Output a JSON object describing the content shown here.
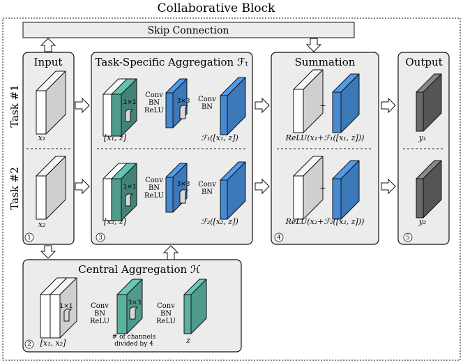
{
  "title": "Collaborative Block",
  "skip": "Skip Connection",
  "tasks": [
    "Task #1",
    "Task #2"
  ],
  "panels": {
    "input": "Input",
    "tsa": "Task-Specific Aggregation ℱₜ",
    "sum": "Summation",
    "out": "Output",
    "central": "Central Aggregation ℋ"
  },
  "step_numbers": [
    "1",
    "2",
    "3",
    "4",
    "5"
  ],
  "op_conv_bn_relu": [
    "Conv",
    "BN",
    "ReLU"
  ],
  "op_conv_bn": [
    "Conv",
    "BN"
  ],
  "kernels": {
    "k1": "1×1",
    "k3": "3×3"
  },
  "plus": "+",
  "row1": {
    "x": "x₁",
    "concat": "[x₁, z]",
    "ft": "ℱ₁([x₁, z])",
    "sum": "ReLU(x₁+ℱ₁([x₁, z]))",
    "y": "y₁"
  },
  "row2": {
    "x": "x₂",
    "concat": "[x₂, z]",
    "ft": "ℱ₂([x₂, z])",
    "sum": "ReLU(x₂+ℱ₂([x₂, z]))",
    "y": "y₂"
  },
  "central": {
    "concat": "[x₁, x₂]",
    "note": [
      "# of channels",
      "divided by 4"
    ],
    "z": "z"
  },
  "colors": {
    "white_block": "#ffffff",
    "gray_block": "#cfcfcf",
    "teal_block": "#4f9a8b",
    "blue_block": "#3d78b8",
    "dark_block": "#555555"
  }
}
